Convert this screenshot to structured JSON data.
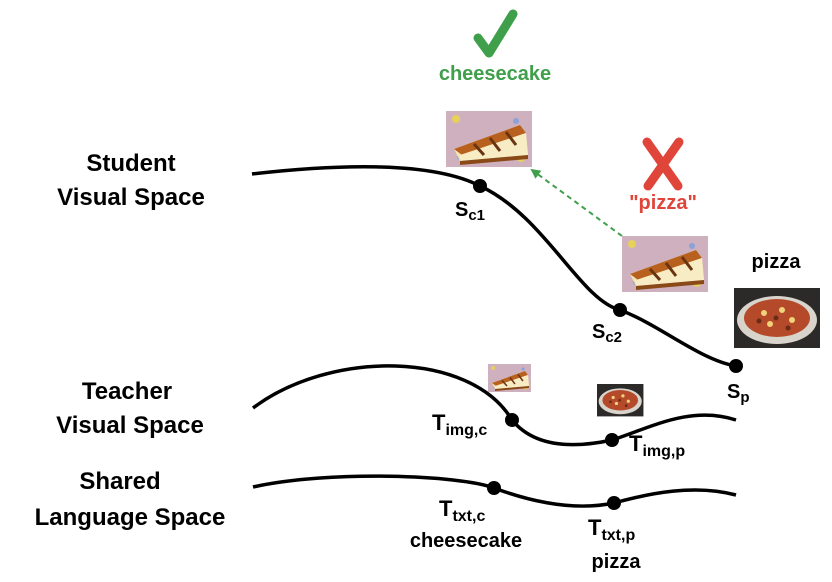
{
  "spaces": {
    "student": [
      "Student",
      "Visual Space"
    ],
    "teacher": [
      "Teacher",
      "Visual Space"
    ],
    "shared": [
      "Shared",
      "Language Space"
    ]
  },
  "top_label": "cheesecake",
  "wrong_label": "\"pizza\"",
  "pizza_label": "pizza",
  "points": {
    "sc1": {
      "main": "S",
      "sub": "c1"
    },
    "sc2": {
      "main": "S",
      "sub": "c2"
    },
    "sp": {
      "main": "S",
      "sub": "p"
    },
    "timg_c": {
      "main": "T",
      "sub": "img,c"
    },
    "timg_p": {
      "main": "T",
      "sub": "img,p"
    },
    "ttxt_c": {
      "main": "T",
      "sub": "txt,c",
      "word": "cheesecake"
    },
    "ttxt_p": {
      "main": "T",
      "sub": "txt,p",
      "word": "pizza"
    }
  },
  "icons": {
    "check": "check-icon",
    "cross": "cross-icon",
    "cheesecake_image": "cheesecake-image",
    "pizza_image": "pizza-image"
  },
  "colors": {
    "correct": "#3f9f4a",
    "wrong": "#e0453a",
    "arrow": "#3f9f4a",
    "curve": "#000000"
  }
}
